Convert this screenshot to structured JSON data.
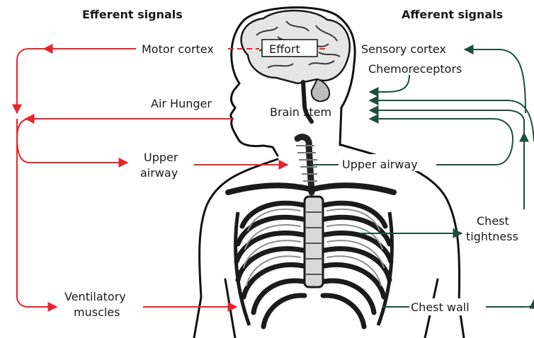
{
  "headers": {
    "efferent": "Efferent signals",
    "afferent": "Afferent signals"
  },
  "labels": {
    "motor_cortex": "Motor cortex",
    "effort": "Effort",
    "sensory_cortex": "Sensory cortex",
    "chemoreceptors": "Chemoreceptors",
    "air_hunger": "Air Hunger",
    "brain_stem": "Brain stem",
    "upper_airway_left_1": "Upper",
    "upper_airway_left_2": "airway",
    "upper_airway_right": "Upper airway",
    "chest_tightness_1": "Chest",
    "chest_tightness_2": "tightness",
    "ventilatory_1": "Ventilatory",
    "ventilatory_2": "muscles",
    "chest_wall": "Chest wall"
  },
  "colors": {
    "efferent": "#e8232a",
    "afferent": "#1c4f3c"
  }
}
